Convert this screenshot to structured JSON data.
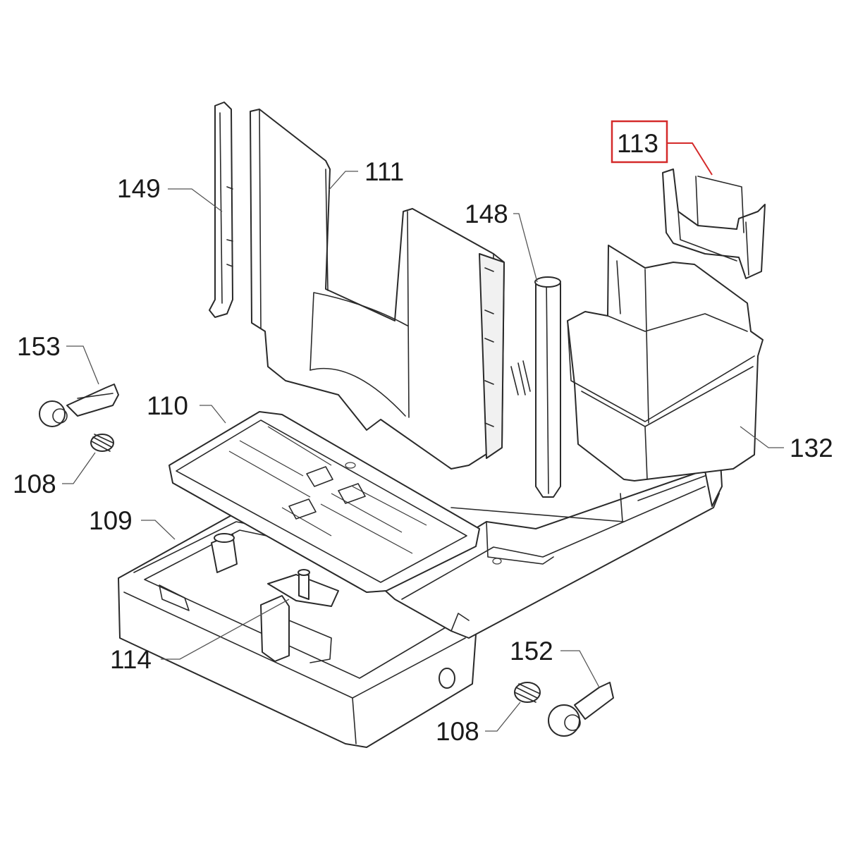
{
  "diagram": {
    "highlight_color": "#d42a2a",
    "line_color": "#2a2a2a",
    "callouts": [
      {
        "id": "149",
        "text": "149"
      },
      {
        "id": "111",
        "text": "111"
      },
      {
        "id": "148",
        "text": "148"
      },
      {
        "id": "113",
        "text": "113",
        "highlighted": true
      },
      {
        "id": "153",
        "text": "153"
      },
      {
        "id": "110",
        "text": "110"
      },
      {
        "id": "132",
        "text": "132"
      },
      {
        "id": "108a",
        "text": "108"
      },
      {
        "id": "109",
        "text": "109"
      },
      {
        "id": "114",
        "text": "114"
      },
      {
        "id": "152",
        "text": "152"
      },
      {
        "id": "108b",
        "text": "108"
      }
    ]
  }
}
